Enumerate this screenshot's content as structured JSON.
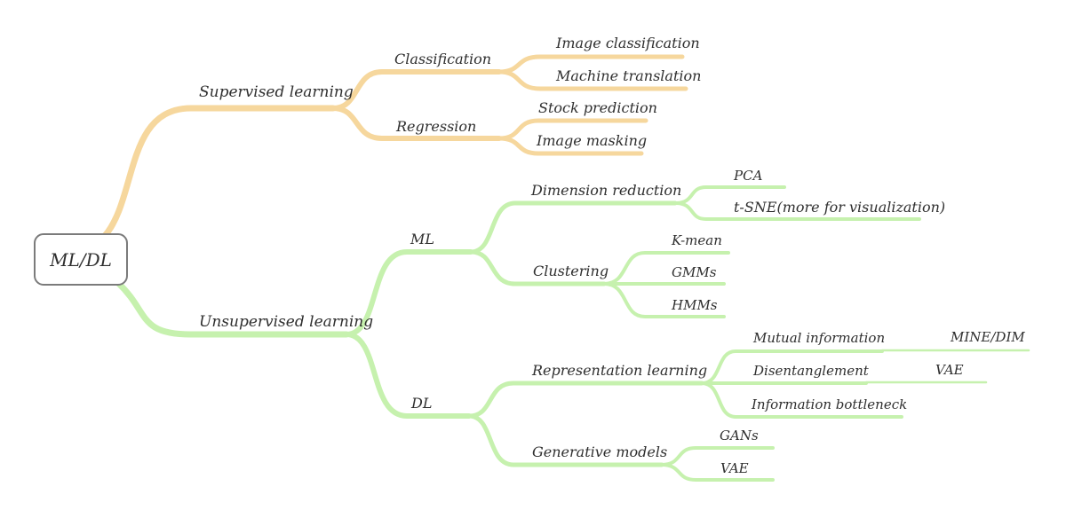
{
  "colors": {
    "supervised_branch": "#F6D79D",
    "unsupervised_branch": "#C6F1AE",
    "text": "#2F2F2F",
    "root_border": "#7B7B7B"
  },
  "tree": {
    "label": "ML/DL",
    "children": [
      {
        "label": "Supervised learning",
        "branch_color": "#F6D79D",
        "children": [
          {
            "label": "Classification",
            "children": [
              {
                "label": "Image classification"
              },
              {
                "label": "Machine translation"
              }
            ]
          },
          {
            "label": "Regression",
            "children": [
              {
                "label": "Stock prediction"
              },
              {
                "label": "Image masking"
              }
            ]
          }
        ]
      },
      {
        "label": "Unsupervised learning",
        "branch_color": "#C6F1AE",
        "children": [
          {
            "label": "ML",
            "children": [
              {
                "label": "Dimension reduction",
                "children": [
                  {
                    "label": "PCA"
                  },
                  {
                    "label": "t-SNE(more for visualization)"
                  }
                ]
              },
              {
                "label": "Clustering",
                "children": [
                  {
                    "label": "K-mean"
                  },
                  {
                    "label": "GMMs"
                  },
                  {
                    "label": "HMMs"
                  }
                ]
              }
            ]
          },
          {
            "label": "DL",
            "children": [
              {
                "label": "Representation learning",
                "children": [
                  {
                    "label": "Mutual information",
                    "children": [
                      {
                        "label": "MINE/DIM"
                      }
                    ]
                  },
                  {
                    "label": "Disentanglement",
                    "children": [
                      {
                        "label": "VAE"
                      }
                    ]
                  },
                  {
                    "label": "Information bottleneck"
                  }
                ]
              },
              {
                "label": "Generative models",
                "children": [
                  {
                    "label": "GANs"
                  },
                  {
                    "label": "VAE"
                  }
                ]
              }
            ]
          }
        ]
      }
    ]
  }
}
